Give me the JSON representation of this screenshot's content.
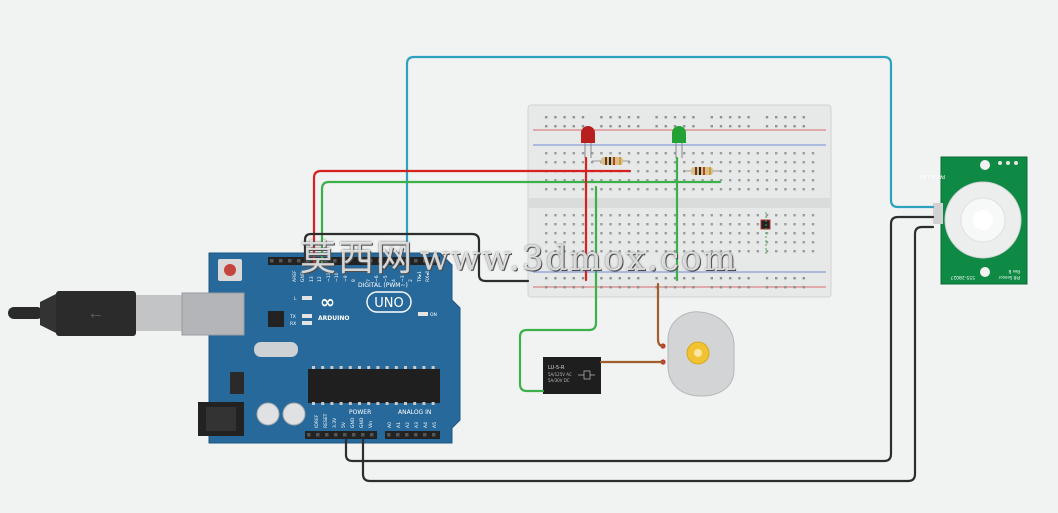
{
  "toolbar": {
    "fit_icon": "fit-to-view-icon"
  },
  "arduino": {
    "brand": "ARDUINO",
    "model": "UNO",
    "digital_label": "DIGITAL (PWM~)",
    "power_label": "POWER",
    "analog_label": "ANALOG IN",
    "aref": "AREF",
    "gnd": "GND",
    "pin13": "13",
    "pin12": "12",
    "pin11": "~11",
    "pin10": "~10",
    "pin9": "~9",
    "pin8": "8",
    "pin7": "7",
    "pin6": "~6",
    "pin5": "~5",
    "pin4": "4",
    "pin3": "~3",
    "pin2": "2",
    "tx1": "TX▸1",
    "rx0": "RX◂0",
    "led_l": "L",
    "led_tx": "TX",
    "led_rx": "RX",
    "led_on": "ON",
    "p_ioref": "IOREF",
    "p_reset": "RESET",
    "p_3v3": "3.3V",
    "p_5v": "5V",
    "p_gnd1": "GND",
    "p_gnd2": "GND",
    "p_vin": "Vin",
    "a0": "A0",
    "a1": "A1",
    "a2": "A2",
    "a3": "A3",
    "a4": "A4",
    "a5": "A5"
  },
  "relay": {
    "line1": "LU-5-R",
    "line2": "5A/125V AC",
    "line3": "5A/30V DC"
  },
  "pir": {
    "top": "PARALLAX",
    "bottom1": "555-28027",
    "bottom2": "PIR Sensor",
    "bottom3": "Rev B"
  },
  "watermark": {
    "cjk": "莫西网",
    "latin": "www.3dmox.com"
  },
  "colors": {
    "background": "#f1f2f2",
    "arduino_blue": "#27699a",
    "wire_red": "#d42222",
    "wire_green": "#3cb04a",
    "wire_cyan": "#2da1c0",
    "wire_black": "#2d2d2d",
    "wire_brown": "#a15e2c",
    "pir_green": "#0f8a45",
    "led_red": "#b81f1f",
    "led_green": "#22a234"
  }
}
